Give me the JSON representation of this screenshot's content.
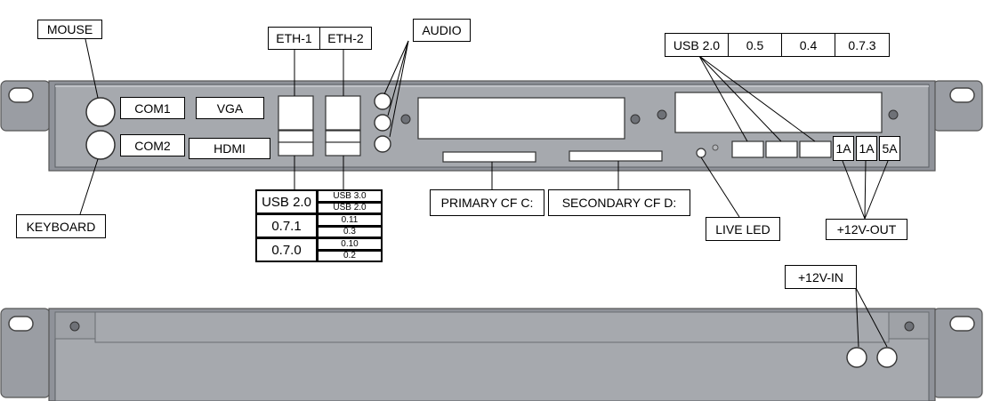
{
  "port_labels": {
    "mouse": "MOUSE",
    "keyboard": "KEYBOARD",
    "com1": "COM1",
    "com2": "COM2",
    "vga": "VGA",
    "hdmi": "HDMI",
    "eth1": "ETH-1",
    "eth2": "ETH-2",
    "audio": "AUDIO",
    "primary_cf": "PRIMARY CF C:",
    "secondary_cf": "SECONDARY CF D:",
    "live_led": "LIVE LED",
    "out_12v": "+12V-OUT",
    "in_12v": "+12V-IN"
  },
  "usb_right": {
    "header": "USB 2.0",
    "ports": [
      "0.5",
      "0.4",
      "0.7.3"
    ]
  },
  "power_out": [
    "1A",
    "1A",
    "5A"
  ],
  "usb_table": {
    "left": [
      "USB 2.0",
      "0.7.1",
      "0.7.0"
    ],
    "right": [
      "USB 3.0",
      "USB 2.0",
      "0.11",
      "0.3",
      "0.10",
      "0.2"
    ]
  },
  "colors": {
    "chassis": "#8f9299",
    "chassis_dark": "#6e7177",
    "panel": "#a6a9ae",
    "opening": "#ffffff"
  }
}
